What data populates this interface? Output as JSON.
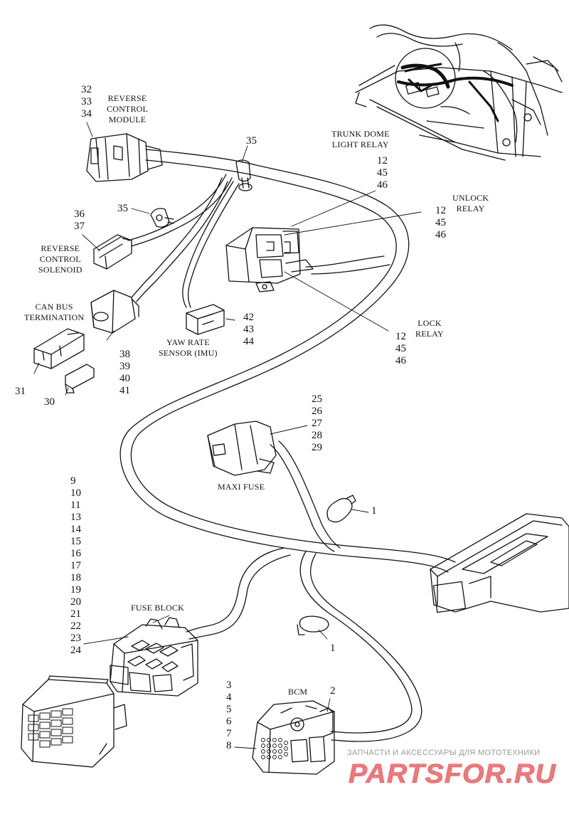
{
  "labels": {
    "reverse_control_module": [
      "REVERSE",
      "CONTROL",
      "MODULE"
    ],
    "trunk_dome_light_relay": [
      "TRUNK DOME",
      "LIGHT RELAY"
    ],
    "unlock_relay": [
      "UNLOCK",
      "RELAY"
    ],
    "lock_relay": [
      "LOCK",
      "RELAY"
    ],
    "reverse_control_solenoid": [
      "REVERSE",
      "CONTROL",
      "SOLENOID"
    ],
    "can_bus_termination": [
      "CAN BUS",
      "TERMINATION"
    ],
    "yaw_rate_sensor": [
      "YAW RATE",
      "SENSOR (IMU)"
    ],
    "maxi_fuse": "MAXI FUSE",
    "fuse_block": "FUSE BLOCK",
    "bcm": "BCM"
  },
  "callouts": {
    "reverse_control_module": [
      "32",
      "33",
      "34"
    ],
    "clip_35_top": "35",
    "clip_35_left": "35",
    "trunk_dome_light_relay": [
      "12",
      "45",
      "46"
    ],
    "unlock_relay": [
      "12",
      "45",
      "46"
    ],
    "lock_relay": [
      "12",
      "45",
      "46"
    ],
    "reverse_control_solenoid": [
      "36",
      "37"
    ],
    "yaw_rate_sensor": [
      "42",
      "43",
      "44"
    ],
    "can_bus_connector": [
      "38",
      "39",
      "40",
      "41"
    ],
    "part_31": "31",
    "part_30": "30",
    "maxi_fuse": [
      "25",
      "26",
      "27",
      "28",
      "29"
    ],
    "cable_strap_upper": "1",
    "cable_strap_lower": "1",
    "fuse_block": [
      "9",
      "10",
      "11",
      "13",
      "14",
      "15",
      "16",
      "17",
      "18",
      "19",
      "20",
      "21",
      "22",
      "23",
      "24"
    ],
    "bcm": [
      "3",
      "4",
      "5",
      "6",
      "7",
      "8"
    ],
    "bcm_screw": "2"
  },
  "watermark": {
    "tagline": "ЗАПЧАСТИ И АКСЕССУАРЫ ДЛЯ МОТОТЕХНИКИ",
    "logo": "PARTSFOR.RU"
  },
  "colors": {
    "line": "#111111",
    "watermark_red": "#f0787c",
    "watermark_gray": "#9a9a9a"
  }
}
